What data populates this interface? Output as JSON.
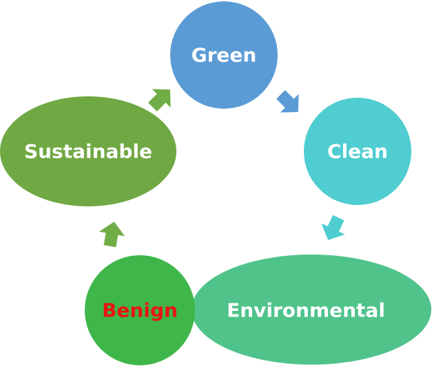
{
  "diagram": {
    "type": "cycle",
    "nodes": [
      {
        "id": "green",
        "label": "Green",
        "fill": "#5b9bd5"
      },
      {
        "id": "clean",
        "label": "Clean",
        "fill": "#4fcdd0"
      },
      {
        "id": "environmental",
        "label": "Environmental",
        "fill": "#4fc38a"
      },
      {
        "id": "benign",
        "label": "Benign",
        "fill": "#3fb64a",
        "label_color": "#e8150f"
      },
      {
        "id": "sustainable",
        "label": "Sustainable",
        "fill": "#70a843"
      }
    ],
    "edges": [
      {
        "from": "green",
        "to": "clean",
        "color": "#5b9bd5"
      },
      {
        "from": "clean",
        "to": "environmental",
        "color": "#4fcdd0"
      },
      {
        "from": "benign",
        "to": "sustainable",
        "color": "#70ad47"
      },
      {
        "from": "sustainable",
        "to": "green",
        "color": "#70ad47"
      }
    ]
  }
}
